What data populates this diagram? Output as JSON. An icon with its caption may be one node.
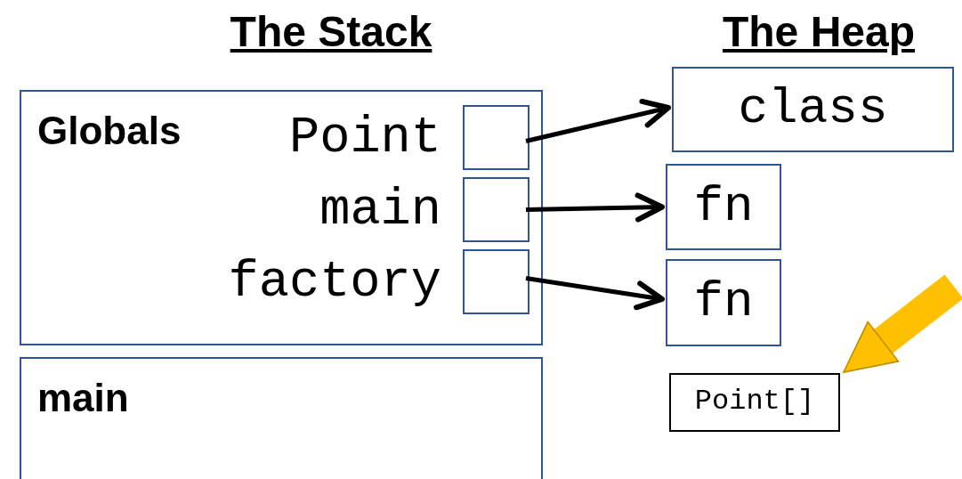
{
  "diagram": {
    "nodes": [
      {
        "text": [
          "Globals"
        ]
      },
      {
        "text": [],
        "shape": "box",
        "in": 0,
        "beside": [
          "Point"
        ]
      },
      {
        "text": [],
        "shape": "box",
        "in": 0,
        "beside": [
          "main"
        ]
      },
      {
        "text": [],
        "shape": "box",
        "in": 0,
        "beside": [
          "factory"
        ]
      },
      {
        "text": [
          "main"
        ]
      },
      {
        "text": [
          "class"
        ]
      },
      {
        "text": [
          "fn"
        ]
      },
      {
        "text": [
          "fn"
        ]
      },
      {
        "text": [
          "Point[]"
        ]
      }
    ],
    "edges": [
      {
        "from": 1,
        "to": 5,
        "arrow": "to"
      },
      {
        "from": 2,
        "to": 6,
        "arrow": "to"
      },
      {
        "from": 3,
        "to": 7,
        "arrow": "to"
      },
      {
        "from": null,
        "to": 8,
        "arrow": "to",
        "style": "thick",
        "color": "#ffc000"
      }
    ],
    "labels": [
      "The Stack",
      "The Heap"
    ]
  }
}
